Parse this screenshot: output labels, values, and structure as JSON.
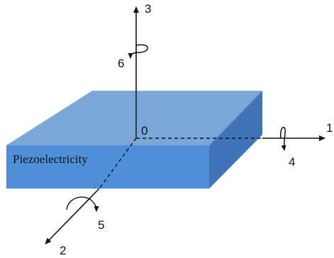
{
  "diagram": {
    "material_label": "Piezoelectricity",
    "origin_label": "0",
    "axes": {
      "axis1": "1",
      "axis2": "2",
      "axis3": "3"
    },
    "rotations": {
      "rot4": "4",
      "rot5": "5",
      "rot6": "6"
    },
    "colors": {
      "block_top": "#7ba7d8",
      "block_front": "#4f8fd9",
      "block_side": "#3f74b8",
      "line": "#111111"
    }
  }
}
